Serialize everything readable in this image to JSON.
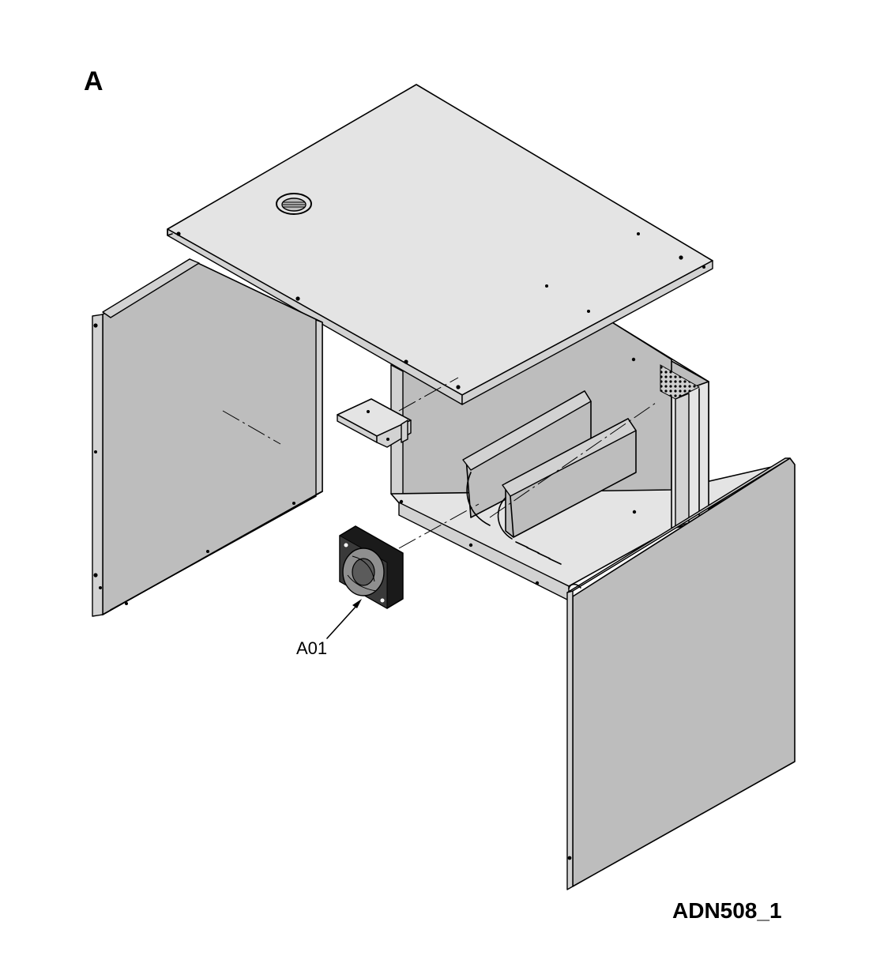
{
  "drawing": {
    "section_label": "A",
    "callout": "A01",
    "drawing_id": "ADN508_1"
  },
  "colors": {
    "background": "#ffffff",
    "line": "#000000",
    "panel_light": "#e4e4e4",
    "panel_mid": "#bdbdbd",
    "panel_dark": "#a9a9a9"
  }
}
